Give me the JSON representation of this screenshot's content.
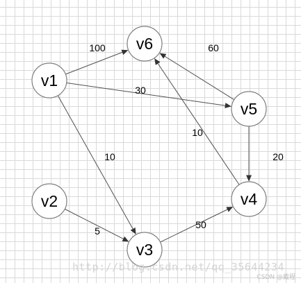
{
  "diagram": {
    "nodes": [
      {
        "id": "v1",
        "label": "v1"
      },
      {
        "id": "v2",
        "label": "v2"
      },
      {
        "id": "v3",
        "label": "v3"
      },
      {
        "id": "v4",
        "label": "v4"
      },
      {
        "id": "v5",
        "label": "v5"
      },
      {
        "id": "v6",
        "label": "v6"
      }
    ],
    "edges": [
      {
        "from": "v1",
        "to": "v6",
        "weight": "100"
      },
      {
        "from": "v1",
        "to": "v5",
        "weight": "30"
      },
      {
        "from": "v1",
        "to": "v3",
        "weight": "10"
      },
      {
        "from": "v2",
        "to": "v3",
        "weight": "5"
      },
      {
        "from": "v3",
        "to": "v4",
        "weight": "50"
      },
      {
        "from": "v4",
        "to": "v6",
        "weight": "10"
      },
      {
        "from": "v5",
        "to": "v6",
        "weight": "60"
      },
      {
        "from": "v5",
        "to": "v4",
        "weight": "20"
      }
    ],
    "colors": {
      "node_fill": "#ffffff",
      "node_stroke": "#7f7f7f",
      "edge": "#4f4f4f",
      "grid": "#d9d9d9"
    }
  },
  "watermark": {
    "url_text": "http://blog.csdn.net/qq_35644234",
    "csdn_text": "CSDN @戴程"
  }
}
